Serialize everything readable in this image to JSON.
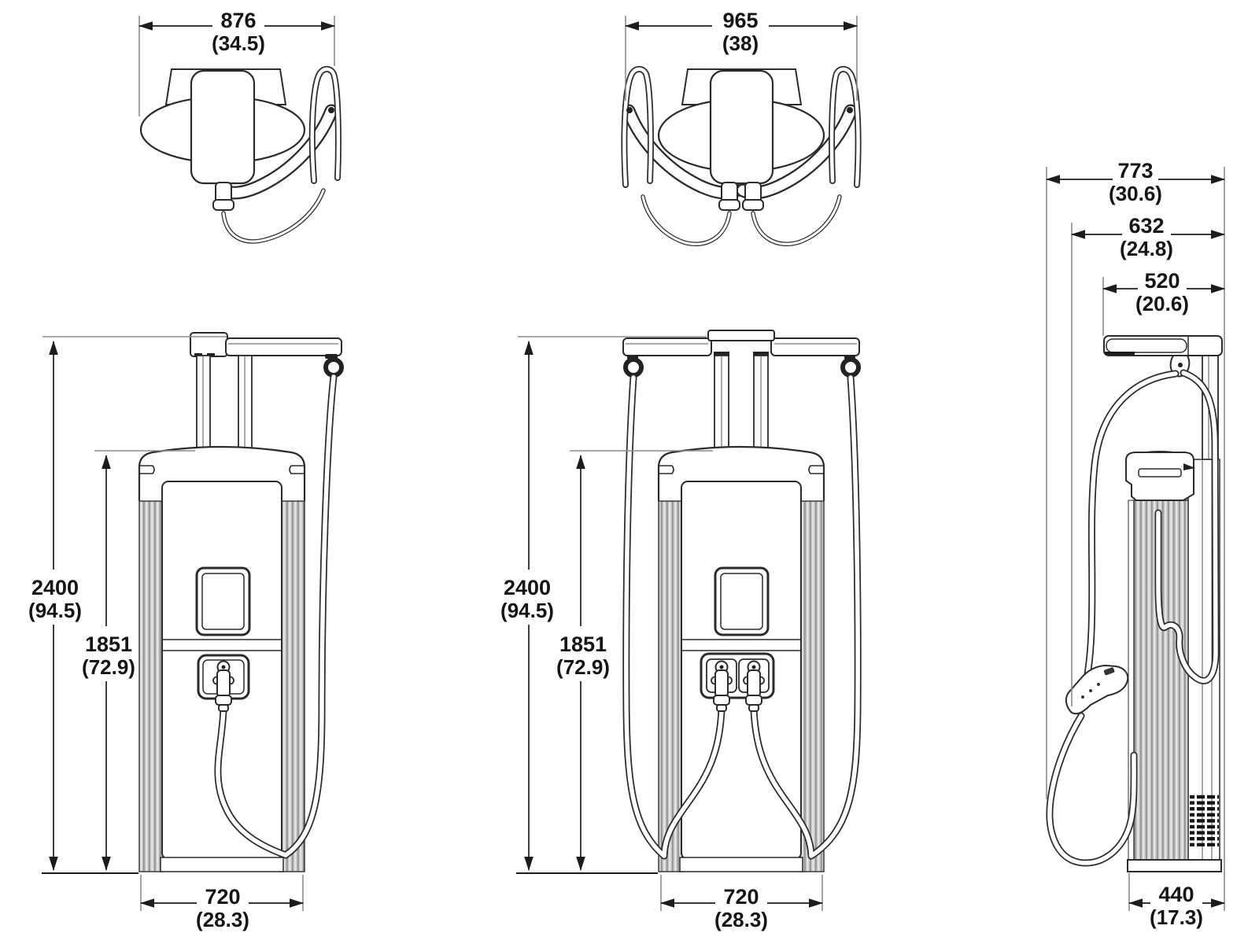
{
  "style": {
    "ink": "#2b2b2b",
    "dimension_line_color": "#1c1c1c",
    "extension_line_color": "#8c8c8c",
    "fin_gray": "#c8c8c8",
    "background": "#ffffff"
  },
  "views": {
    "top_single": {
      "width": {
        "mm": "876",
        "in": "(34.5)"
      }
    },
    "top_dual": {
      "width": {
        "mm": "965",
        "in": "(38)"
      }
    },
    "front_single": {
      "overall_height": {
        "mm": "2400",
        "in": "(94.5)"
      },
      "cabinet_height": {
        "mm": "1851",
        "in": "(72.9)"
      },
      "cabinet_width": {
        "mm": "720",
        "in": "(28.3)"
      }
    },
    "front_dual": {
      "overall_height": {
        "mm": "2400",
        "in": "(94.5)"
      },
      "cabinet_height": {
        "mm": "1851",
        "in": "(72.9)"
      },
      "cabinet_width": {
        "mm": "720",
        "in": "(28.3)"
      }
    },
    "side": {
      "overall_depth": {
        "mm": "773",
        "in": "(30.6)"
      },
      "connector_depth": {
        "mm": "632",
        "in": "(24.8)"
      },
      "boom_depth": {
        "mm": "520",
        "in": "(20.6)"
      },
      "base_depth": {
        "mm": "440",
        "in": "(17.3)"
      }
    }
  }
}
